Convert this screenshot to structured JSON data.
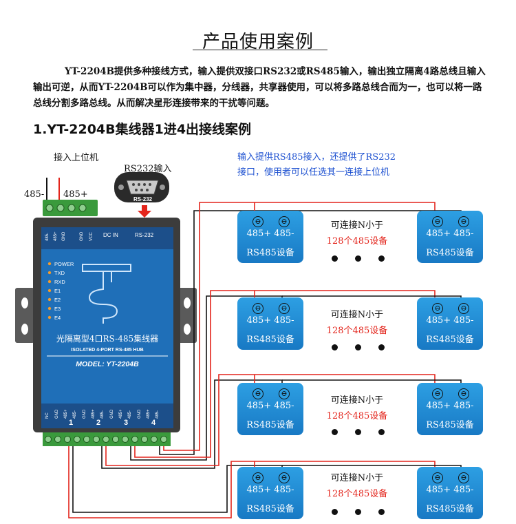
{
  "title": "产品使用案例",
  "intro": "YT-2204B提供多种接线方式，输入提供双接口RS232或RS485输入，输出独立隔离4路总线且输入输出可逆，从而YT-2204B可以作为集中器，分线器，共享器使用，可以将多路总线合而为一，也可以将一路总线分割多路总线。从而解决星形连接带来的干扰等问题。",
  "section_heading": "1.YT-2204B集线器1进4出接线案例",
  "note_line1": "输入提供RS485接入，还提供了RS232",
  "note_line2": "接口，使用者可以任选其一连接上位机",
  "label_host": "接入上位机",
  "label_rs232_in": "RS232输入",
  "label_485_minus": "485-",
  "label_485_plus": "485+",
  "hub": {
    "connector_label": "RS-232",
    "top_pins": [
      "485-",
      "485+",
      "GND",
      "GND",
      "VCC"
    ],
    "dc_in": "DC IN",
    "rs232": "RS-232",
    "leds": [
      "POWER",
      "TXD",
      "RXD",
      "E1",
      "E2",
      "E3",
      "E4"
    ],
    "name_cn": "光隔离型4口RS-485集线器",
    "name_en": "ISOLATED 4-PORT RS-485 HUB",
    "model": "MODEL: YT-2204B",
    "bottom_pins": [
      "NC",
      "GND",
      "485+",
      "485-",
      "GND",
      "485+",
      "485-",
      "GND",
      "485+",
      "485-",
      "GND",
      "485+",
      "485-"
    ],
    "port_numbers": [
      "1",
      "2",
      "3",
      "4"
    ]
  },
  "device": {
    "pins": "485+ 485-",
    "name": "RS485设备",
    "terminal_symbol": "⊖"
  },
  "middle_line1": "可连接N小于",
  "middle_line2": "128个485设备",
  "colors": {
    "device_blue": "#2290dc",
    "hub_blue": "#1f6fb8",
    "note_blue": "#1b4fd0",
    "red": "#e3241b",
    "terminal_green": "#3a9a3c"
  }
}
